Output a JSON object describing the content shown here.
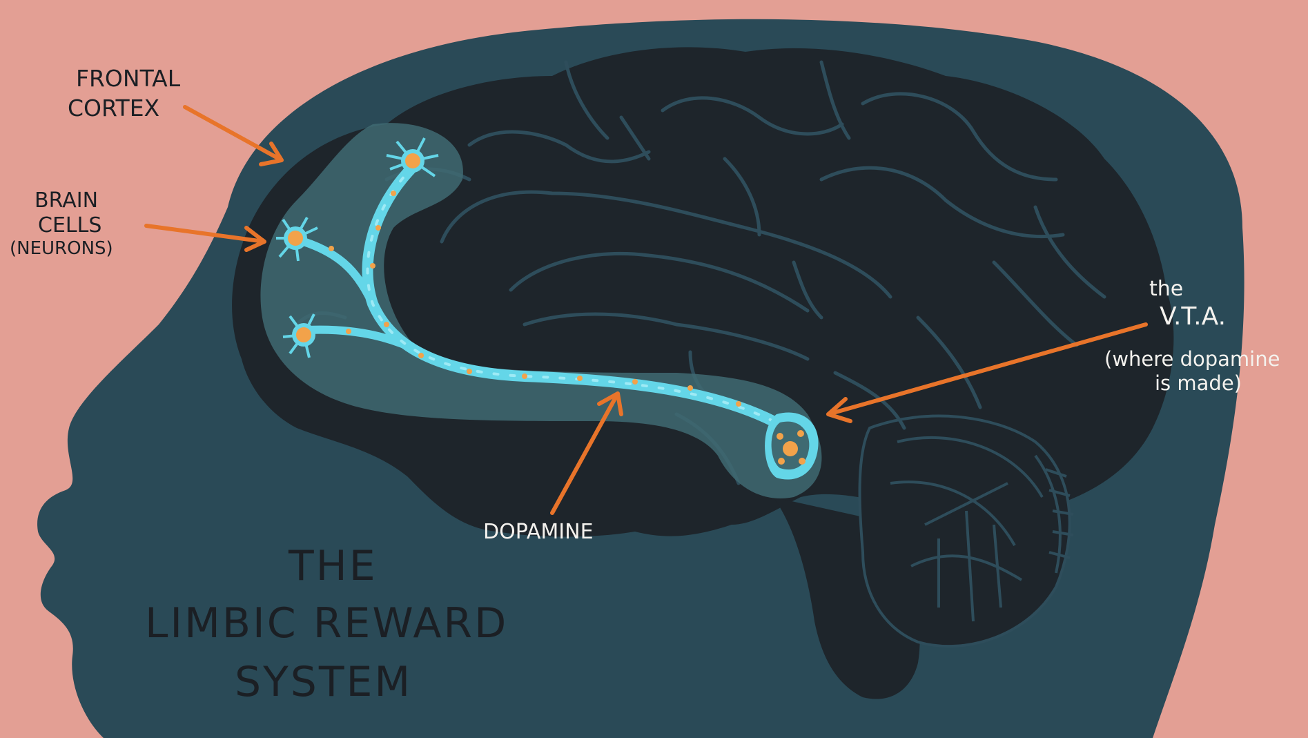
{
  "labels": {
    "frontal_cortex": [
      "FRONTAL",
      "CORTEX"
    ],
    "brain_cells": [
      "BRAIN",
      "CELLS",
      "(NEURONS)"
    ],
    "vta_the": "the",
    "vta": "V.T.A.",
    "vta_note": [
      "(where dopamine",
      "is made)"
    ],
    "dopamine": "DOPAMINE",
    "title": [
      "THE",
      "LIMBIC REWARD",
      "SYSTEM"
    ]
  },
  "colors": {
    "background": "#e39f94",
    "head": "#2a4a57",
    "brain": "#1e252b",
    "sulci": "#2e4d5b",
    "pathway_glow": "#3f6a72",
    "pathway": "#64d6e8",
    "neuron": "#f2a24a",
    "arrow": "#e8742a",
    "label_dark": "#1b1f24",
    "label_light": "#f4f2ee"
  }
}
